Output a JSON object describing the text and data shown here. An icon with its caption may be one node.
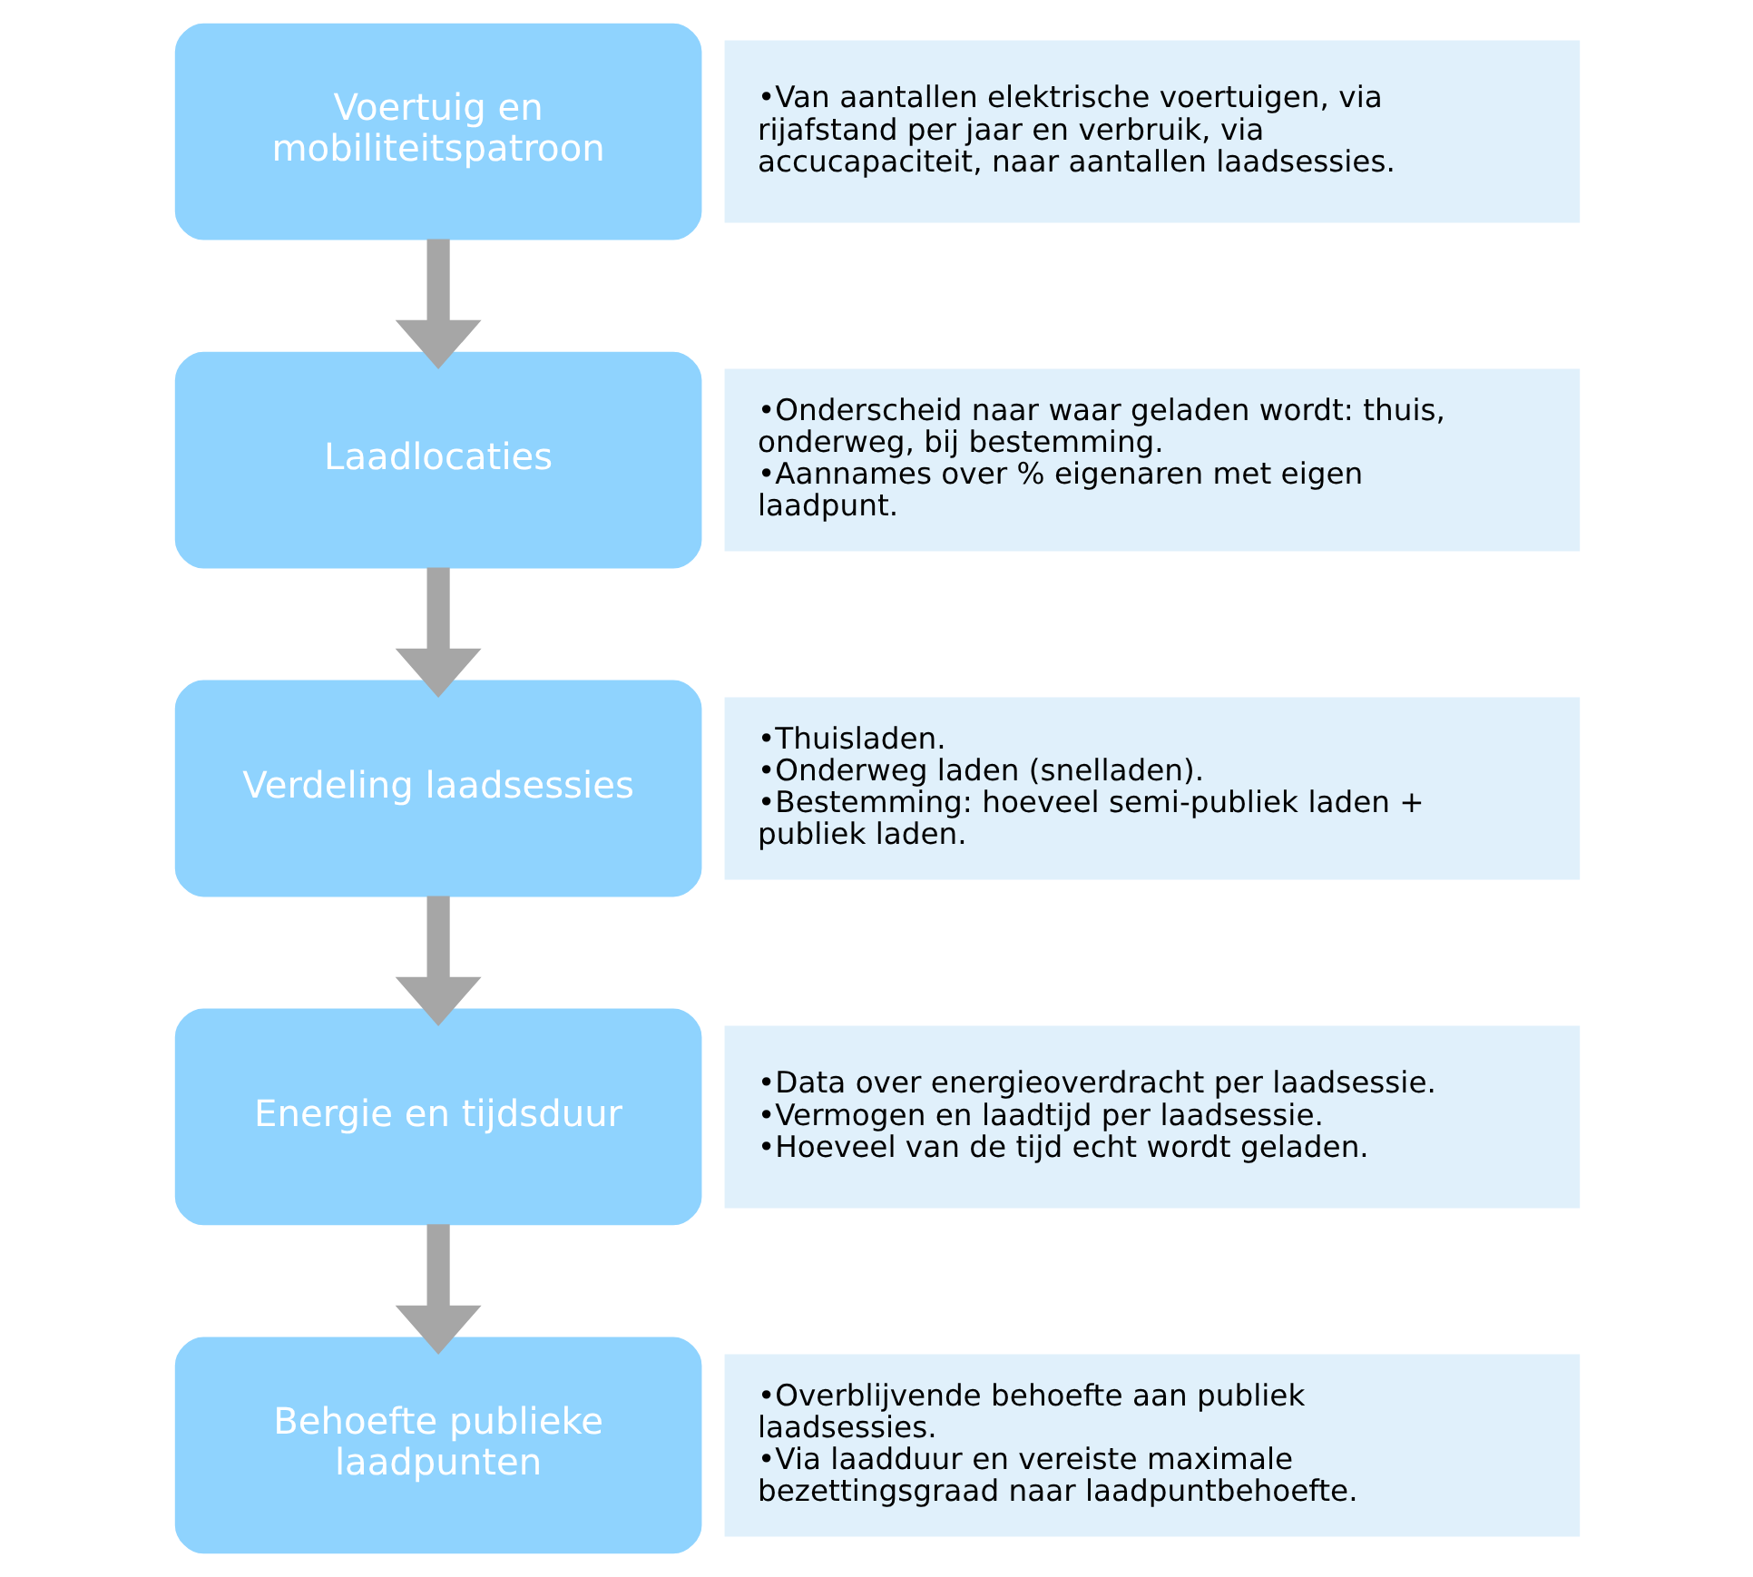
{
  "diagram": {
    "nodes": [
      {
        "text": [
          "Voertuig en mobiliteitspatroon"
        ]
      },
      {
        "text": [
          "•Van aantallen elektrische voertuigen, via rijafstand per jaar en verbruik, via accucapaciteit, naar aantallen laadsessies."
        ]
      },
      {
        "text": [
          "Laadlocaties"
        ]
      },
      {
        "text": [
          "•Onderscheid naar waar geladen wordt: thuis, onderweg, bij bestemming.",
          "•Aannames over % eigenaren met eigen laadpunt."
        ]
      },
      {
        "text": [
          "Verdeling laadsessies"
        ]
      },
      {
        "text": [
          "•Thuisladen.",
          "•Onderweg laden (snelladen).",
          "•Bestemming: hoeveel semi-publiek laden + publiek laden."
        ]
      },
      {
        "text": [
          "Energie en tijdsduur"
        ]
      },
      {
        "text": [
          "•Data over energieoverdracht per laadsessie.",
          "•Vermogen en laadtijd per laadsessie.",
          "•Hoeveel van de tijd echt wordt geladen."
        ]
      },
      {
        "text": [
          "Behoefte publieke laadpunten"
        ]
      },
      {
        "text": [
          "•Overblijvende behoefte aan publiek laadsessies.",
          "•Via laadduur en vereiste maximale bezettingsgraad naar laadpuntbehoefte."
        ]
      }
    ],
    "edges": [
      {
        "from": 0,
        "to": 2,
        "arrow": "to"
      },
      {
        "from": 2,
        "to": 4,
        "arrow": "to"
      },
      {
        "from": 4,
        "to": 6,
        "arrow": "to"
      },
      {
        "from": 6,
        "to": 8,
        "arrow": "to"
      }
    ]
  }
}
